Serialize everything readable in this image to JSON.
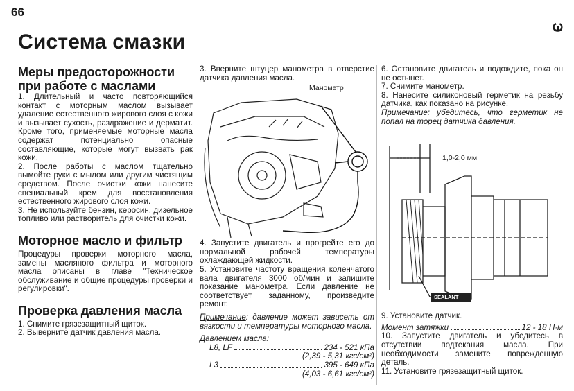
{
  "page_number": "66",
  "title": "Система смазки",
  "margin_mark": "Э",
  "col1": {
    "h1": "Меры предосторожности при работе с маслами",
    "p1": "1. Длительный и часто повторяющийся контакт с моторным маслом вызывает удаление естественного жирового слоя с кожи и вызывает сухость, раздражение и дерматит. Кроме того, применяемые моторные масла содержат потенциально опасные составляющие, которые могут вызвать рак кожи.",
    "p2": "2. После работы с маслом тщательно вымойте руки с мылом или другим чистящим средством. После очистки кожи нанесите специальный крем для восстановления естественного жирового слоя кожи.",
    "p3": "3. Не используйте бензин, керосин, дизельное топливо или растворитель для очистки кожи.",
    "h2": "Моторное масло и фильтр",
    "p4": "Процедуры проверки моторного масла, замены масляного фильтра и моторного масла описаны в главе \"Техническое обслуживание и общие процедуры проверки и регулировки\".",
    "h3": "Проверка давления масла",
    "p5": "1. Снимите грязезащитный щиток.",
    "p6": "2. Выверните датчик давления масла."
  },
  "col2": {
    "p1": "3. Вверните штуцер манометра в отверстие датчика давления масла.",
    "fig_label": "Манометр",
    "p2": "4. Запустите двигатель и прогрейте его до нормальной рабочей температуры охлаждающей жидкости.",
    "p3": "5. Установите частоту вращения коленчатого вала двигателя 3000 об/мин и запишите показание манометра. Если давление не соответствует заданному, произведите ремонт.",
    "note_label": "Примечание",
    "note_text": ": давление может зависеть от вязкости и температуры моторного масла.",
    "pressure_label": "Давлением масла:",
    "r1_name": "L8, LF",
    "r1_val": "234 - 521 кПа",
    "r1_sub": "(2,39 - 5,31 кгс/см²)",
    "r2_name": "L3",
    "r2_val": "395 - 649 кПа",
    "r2_sub": "(4,03 - 6,61 кгс/см²)"
  },
  "col3": {
    "p1": "6. Остановите двигатель и подождите, пока он не остынет.",
    "p2": "7. Снимите манометр.",
    "p3": "8. Нанесите силиконовый герметик на резьбу датчика, как показано на рисунке.",
    "note_label": "Примечание",
    "note_text": ": убедитесь, что герметик не попал на торец датчика давления.",
    "fig_dim": "1,0-2,0 мм",
    "fig_sealant": "SEALANT",
    "p4": "9. Установите датчик.",
    "torque_label": "Момент затяжки",
    "torque_val": "12 - 18 Н·м",
    "p5": "10. Запустите двигатель и убедитесь в отсутствии подтекания масла. При необходимости замените поврежденную деталь.",
    "p6": "11. Установите грязезащитный щиток."
  }
}
